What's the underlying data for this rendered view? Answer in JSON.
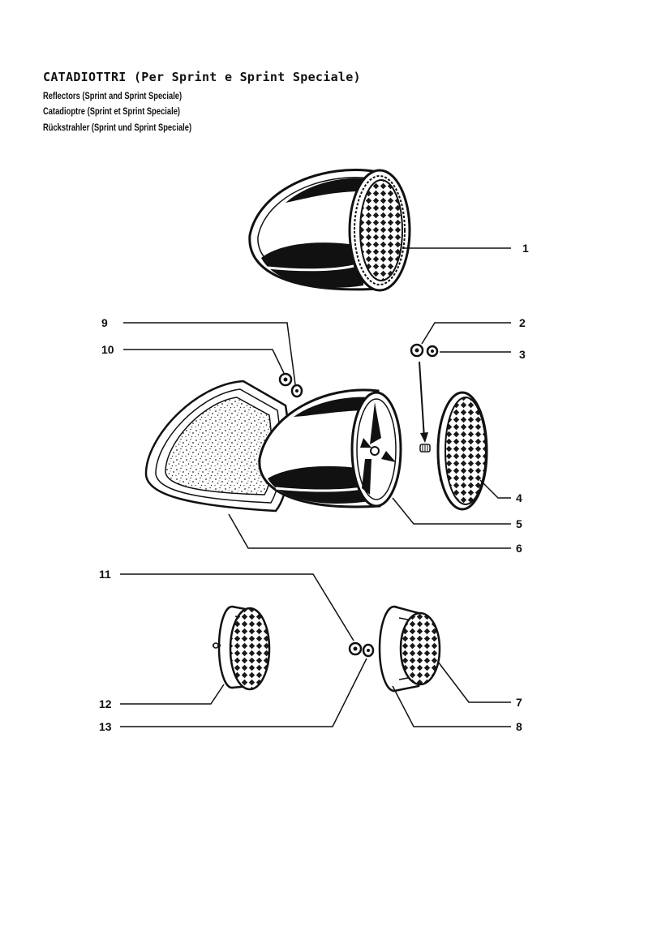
{
  "header": {
    "title": "CATADIOTTRI (Per Sprint e Sprint Speciale)",
    "subtitle_en": "Reflectors (Sprint and Sprint Speciale)",
    "subtitle_fr": "Catadioptre (Sprint et Sprint Speciale)",
    "subtitle_de": "Rückstrahler (Sprint und Sprint Speciale)"
  },
  "callouts": {
    "c1": "1",
    "c2": "2",
    "c3": "3",
    "c4": "4",
    "c5": "5",
    "c6": "6",
    "c7": "7",
    "c8": "8",
    "c9": "9",
    "c10": "10",
    "c11": "11",
    "c12": "12",
    "c13": "13"
  }
}
